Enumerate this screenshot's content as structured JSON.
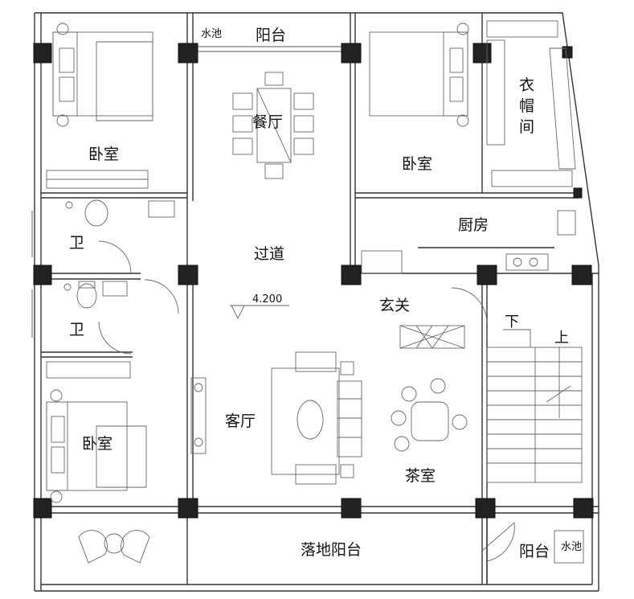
{
  "rooms": {
    "bedroom_nw": "卧室",
    "balcony_top": "阳台",
    "sink_top": "水池",
    "dining": "餐厅",
    "bedroom_ne": "卧室",
    "wardrobe": [
      "衣",
      "帽",
      "间"
    ],
    "bath_1": "卫",
    "bath_2": "卫",
    "corridor": "过道",
    "kitchen": "厨房",
    "foyer": "玄关",
    "stair_down": "下",
    "stair_up": "上",
    "living": "客厅",
    "bedroom_sw": "卧室",
    "tea_room": "茶室",
    "floor_balcony": "落地阳台",
    "balcony_se": "阳台",
    "sink_se": "水池"
  },
  "elevation": "4.200",
  "colors": {
    "wall": "#333333",
    "column": "#222222",
    "furniture": "#666666"
  }
}
